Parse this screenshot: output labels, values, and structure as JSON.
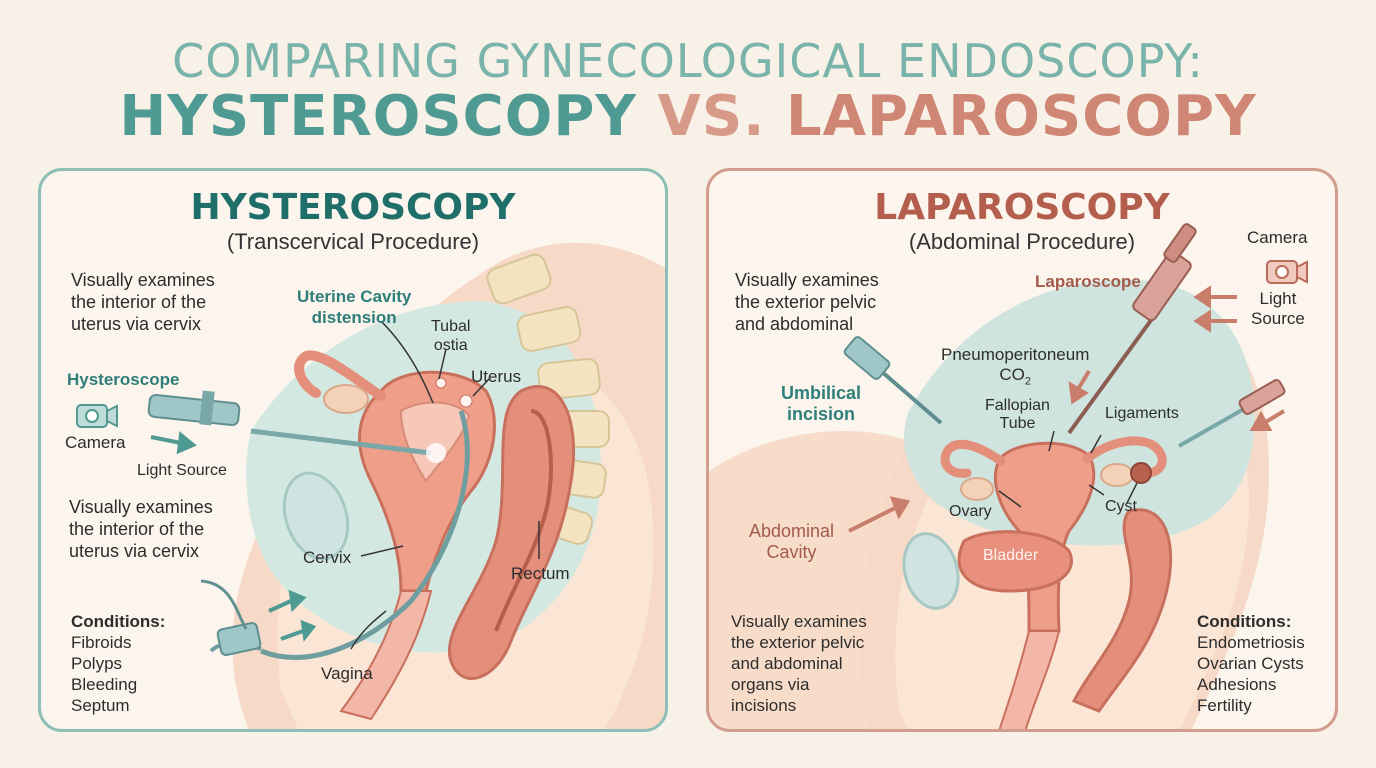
{
  "title": {
    "line1": "COMPARING GYNECOLOGICAL ENDOSCOPY:",
    "line2_left": "HYSTEROSCOPY",
    "line2_vs": "VS.",
    "line2_right": "LAPAROSCOPY"
  },
  "hysteroscopy": {
    "heading": "HYSTEROSCOPY",
    "subheading": "(Transcervical Procedure)",
    "desc_top": [
      "Visually examines",
      "the interior of the",
      "uterus via cervix"
    ],
    "desc_mid": [
      "Visually examines",
      "the interior of the",
      "uterus via cervix"
    ],
    "labels": {
      "hysteroscope": "Hysteroscope",
      "camera": "Camera",
      "light_source": "Light Source",
      "uterine_cavity": [
        "Uterine Cavity",
        "distension"
      ],
      "tubal_ostia": [
        "Tubal",
        "ostia"
      ],
      "uterus": "Uterus",
      "cervix": "Cervix",
      "rectum": "Rectum",
      "vagina": "Vagina"
    },
    "conditions_heading": "Conditions:",
    "conditions": [
      "Fibroids",
      "Polyps",
      "Bleeding",
      "Septum"
    ]
  },
  "laparoscopy": {
    "heading": "LAPAROSCOPY",
    "subheading": "(Abdominal Procedure)",
    "desc_top": [
      "Visually examines",
      "the exterior pelvic",
      "and abdominal"
    ],
    "desc_bottom": [
      "Visually examines",
      "the exterior pelvic",
      "and abdominal",
      "organs via",
      "incisions"
    ],
    "labels": {
      "camera": "Camera",
      "laparoscope": "Laparoscope",
      "light_source": [
        "Light",
        "Source"
      ],
      "pneumo": "Pneumoperitoneum",
      "co2_base": "CO",
      "co2_sub": "2",
      "umbilical": [
        "Umbilical",
        "incision"
      ],
      "fallopian": [
        "Fallopian",
        "Tube"
      ],
      "ligaments": "Ligaments",
      "ovary": "Ovary",
      "cyst": "Cyst",
      "abdominal_cavity": [
        "Abdominal",
        "Cavity"
      ],
      "bladder": "Bladder"
    },
    "conditions_heading": "Conditions:",
    "conditions": [
      "Endometriosis",
      "Ovarian Cysts",
      "Adhesions",
      "Fertility"
    ]
  },
  "colors": {
    "teal": "#2f7e7a",
    "rose": "#b45e4e",
    "tissue": "#e99a88",
    "background": "#f8f1e8"
  },
  "icons": [
    "camera-icon",
    "arrow-icon"
  ]
}
